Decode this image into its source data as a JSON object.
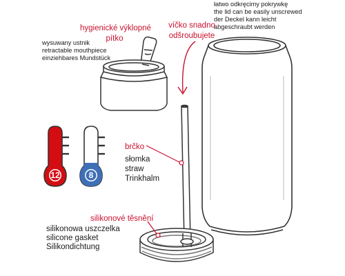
{
  "mouthpiece": {
    "title_cz_line1": "hygienické výklopné",
    "title_cz_line2": "pítko",
    "desc_pl": "wysuwany ustnik",
    "desc_en": "retractable mouthpiece",
    "desc_de": "einziehbares Mundstück"
  },
  "lid": {
    "title_cz_line1": "víčko snadno",
    "title_cz_line2": "odšroubujete",
    "desc_pl": "łatwo odkręcimy pokrywkę",
    "desc_en": "the lid can be easily unscrewed",
    "desc_de": "der Deckel kann leicht",
    "desc_de2": "abgeschraubt werden"
  },
  "straw": {
    "title_cz": "brčko",
    "desc_pl": "słomka",
    "desc_en": "straw",
    "desc_de": "Trinkhalm"
  },
  "gasket": {
    "title_cz": "silikonové těsnění",
    "desc_pl": "silikonowa uszczelka",
    "desc_en": "silicone gasket",
    "desc_de": "Silikondichtung"
  },
  "thermometers": {
    "hot": {
      "value": "12",
      "color": "#d40d12"
    },
    "cold": {
      "value": "8",
      "color": "#3f6fb6"
    }
  },
  "colors": {
    "accent_red": "#c8102e",
    "line": "#333333"
  }
}
